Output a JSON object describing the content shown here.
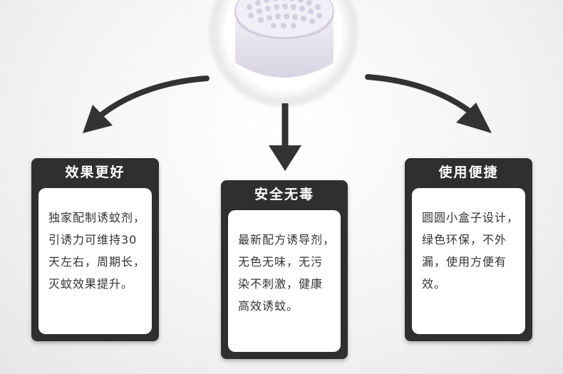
{
  "cards": [
    {
      "title": "效果更好",
      "text": "独家配制诱蚊剂，\n引诱力可维持30\n天左右，周期长，\n灭蚊效果提升。"
    },
    {
      "title": "安全无毒",
      "text": "最新配方诱导剂，\n无色无味，无污\n染不刺激，健康\n高效诱蚊。"
    },
    {
      "title": "使用便捷",
      "text": "圆圆小盒子设计，\n绿色环保，不外\n漏，使用方便有\n效。"
    }
  ],
  "colors": {
    "card_dark": "#2f2f2f",
    "arrow": "#333333",
    "text": "#333333"
  },
  "icons": {
    "product": "mosquito-lure-box-image",
    "arrows": [
      "arrow-left-icon",
      "arrow-down-icon",
      "arrow-right-icon"
    ]
  }
}
